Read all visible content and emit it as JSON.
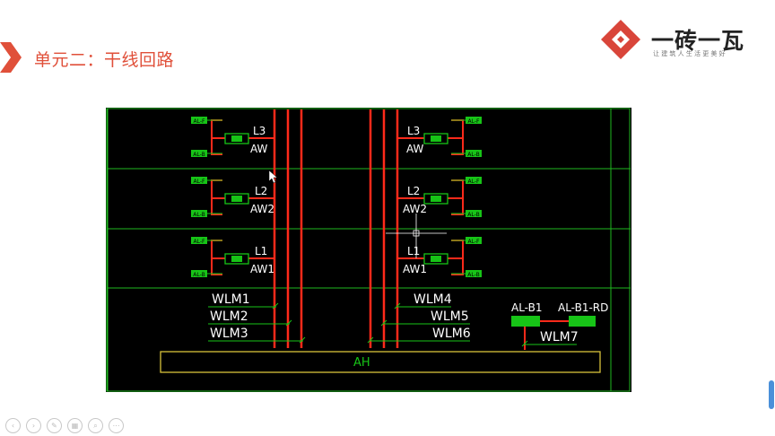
{
  "slide": {
    "title": "单元二：干线回路"
  },
  "logo": {
    "text": "一砖一瓦",
    "slogan": "让建筑人生活更美好"
  },
  "colors": {
    "accent": "#e0503a",
    "cad_bg": "#000000",
    "grid": "#1fb71f",
    "feeder": "#ff2a1a",
    "label": "#ffffff",
    "cad_green": "#17c417",
    "bus": "#d8c23a"
  },
  "cad": {
    "panel_left": [
      {
        "phase": "L3",
        "circuit": "AW",
        "box_top": "AL-F",
        "box_bottom": "AL-B"
      },
      {
        "phase": "L2",
        "circuit": "AW2",
        "box_top": "AL-F",
        "box_bottom": "AL-B"
      },
      {
        "phase": "L1",
        "circuit": "AW1",
        "box_top": "AL-F",
        "box_bottom": "AL-B"
      }
    ],
    "panel_right": [
      {
        "phase": "L3",
        "circuit": "AW",
        "box_top": "AL-F",
        "box_bottom": "AL-B"
      },
      {
        "phase": "L2",
        "circuit": "AW2",
        "box_top": "AL-F",
        "box_bottom": "AL-B"
      },
      {
        "phase": "L1",
        "circuit": "AW1",
        "box_top": "AL-F",
        "box_bottom": "AL-B"
      }
    ],
    "wires_left": [
      "WLM1",
      "WLM2",
      "WLM3"
    ],
    "wires_right": [
      "WLM4",
      "WLM5",
      "WLM6"
    ],
    "board_1": "AL-B1",
    "board_2": "AL-B1-RD",
    "wire_board": "WLM7",
    "switchgear": "AH"
  },
  "toolbar": {
    "buttons": [
      {
        "name": "prev-slide-button",
        "icon": "‹"
      },
      {
        "name": "next-slide-button",
        "icon": "›"
      },
      {
        "name": "pen-tool-button",
        "icon": "✎"
      },
      {
        "name": "slide-overview-button",
        "icon": "▦"
      },
      {
        "name": "zoom-button",
        "icon": "⌕"
      },
      {
        "name": "more-options-button",
        "icon": "⋯"
      }
    ]
  }
}
